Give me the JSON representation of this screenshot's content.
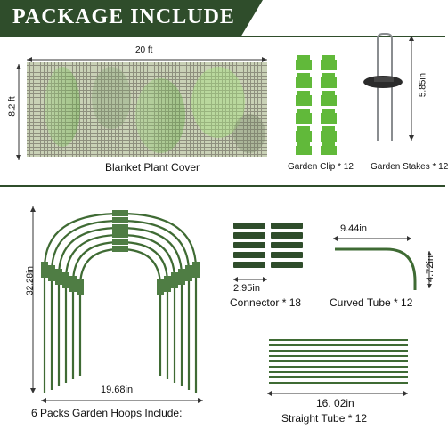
{
  "header": {
    "title": "PACKAGE INCLUDE"
  },
  "colors": {
    "banner": "#2f4d2b",
    "stroke_green": "#3f6b34",
    "clip_green": "#61b93a",
    "mesh_green": "#8fd36a"
  },
  "blanket": {
    "width_label": "20 ft",
    "height_label": "8.2 ft",
    "caption": "Blanket Plant Cover"
  },
  "clip": {
    "caption": "Garden Clip * 12"
  },
  "stakes": {
    "height_label": "5.85in",
    "caption": "Garden Stakes * 12"
  },
  "hoops": {
    "height_label": "32.28in",
    "width_label": "19.68in",
    "caption": "6 Packs Garden Hoops Include:"
  },
  "connector": {
    "width_label": "2.95in",
    "caption": "Connector * 18"
  },
  "curved": {
    "width_label": "9.44in",
    "height_label": "4.72in",
    "caption": "Curved Tube * 12"
  },
  "straight": {
    "width_label": "16. 02in",
    "caption": "Straight Tube * 12"
  }
}
